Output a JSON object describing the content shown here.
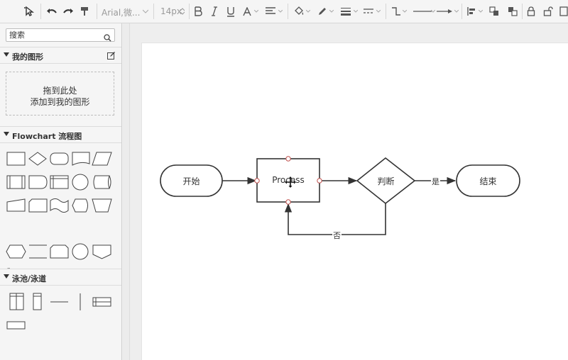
{
  "toolbar": {
    "font_name": "Arial,微...",
    "font_size": "14px"
  },
  "sidebar": {
    "search": {
      "placeholder": "搜索"
    },
    "sections": [
      {
        "label": "我的图形"
      },
      {
        "label": "Flowchart 流程图"
      },
      {
        "label": "泳池/泳道"
      }
    ],
    "dropzone": {
      "line1": "拖到此处",
      "line2": "添加到我的图形"
    }
  },
  "diagram": {
    "nodes": {
      "start": "开始",
      "process": "Process",
      "decision": "判断",
      "end": "结束"
    },
    "edges": {
      "yes": "是",
      "no": "否"
    }
  },
  "colors": {
    "stroke": "#333333",
    "handle": "#c0504d",
    "toolbar_bg": "#f5f5f5"
  }
}
